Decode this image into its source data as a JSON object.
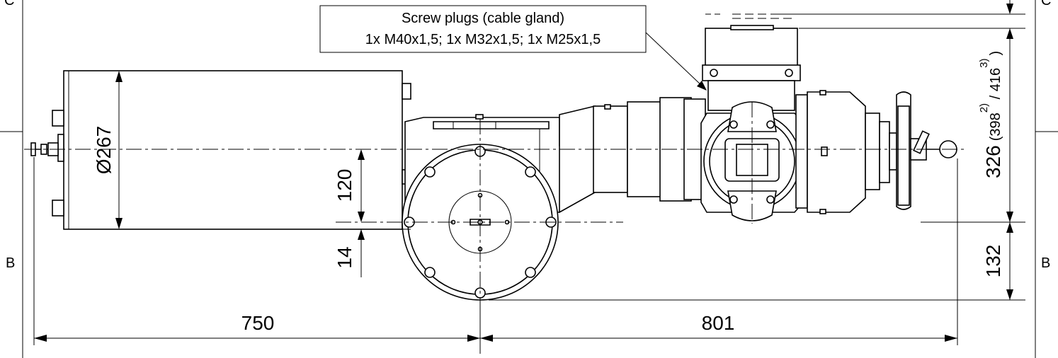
{
  "callout": {
    "line1": "Screw plugs (cable gland)",
    "line2": "1x M40x1,5; 1x M32x1,5; 1x M25x1,5"
  },
  "zones": {
    "top_left": "C",
    "top_right": "C",
    "mid_left": "B",
    "mid_right": "B"
  },
  "dimensions": {
    "motor_diameter": "Ø267",
    "offset_120": "120",
    "offset_14": "14",
    "length_750": "750",
    "length_801": "801",
    "height_326": "326",
    "height_alt": "(398",
    "height_alt_sup": "2)",
    "height_alt2": " / 416",
    "height_alt2_sup": "3)",
    "height_alt_close": ")",
    "height_132": "132"
  }
}
